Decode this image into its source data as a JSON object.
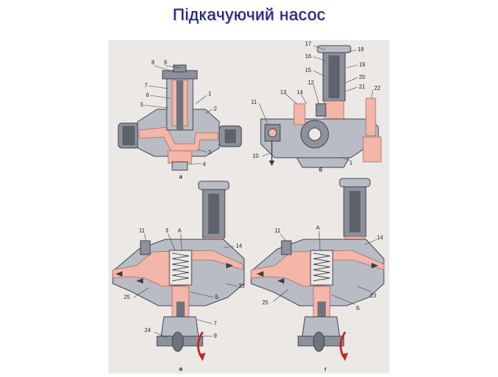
{
  "title": "Підкачуючий насос",
  "panels": [
    {
      "id": "a",
      "label": "а"
    },
    {
      "id": "b",
      "label": "б"
    },
    {
      "id": "c",
      "label": "в"
    },
    {
      "id": "d",
      "label": "г"
    }
  ],
  "callouts": {
    "a": [
      "8",
      "9",
      "7",
      "6",
      "5",
      "1",
      "2",
      "3",
      "4"
    ],
    "b": [
      "17",
      "16",
      "15",
      "18",
      "19",
      "20",
      "21",
      "22",
      "12",
      "13",
      "14",
      "11",
      "10",
      "1"
    ],
    "c": [
      "11",
      "3",
      "А",
      "14",
      "23",
      "25",
      "Б",
      "24",
      "7",
      "9"
    ],
    "d": [
      "11",
      "А",
      "14",
      "23",
      "25",
      "Б"
    ]
  },
  "colors": {
    "title": "#1b1b7a",
    "paper": "#ebe8e6",
    "body_grey": "#b9bcc4",
    "body_dark": "#8d919c",
    "fuel_pink": "#f3b6a8",
    "outline": "#3a3d46",
    "arrow_red": "#c4242a"
  }
}
